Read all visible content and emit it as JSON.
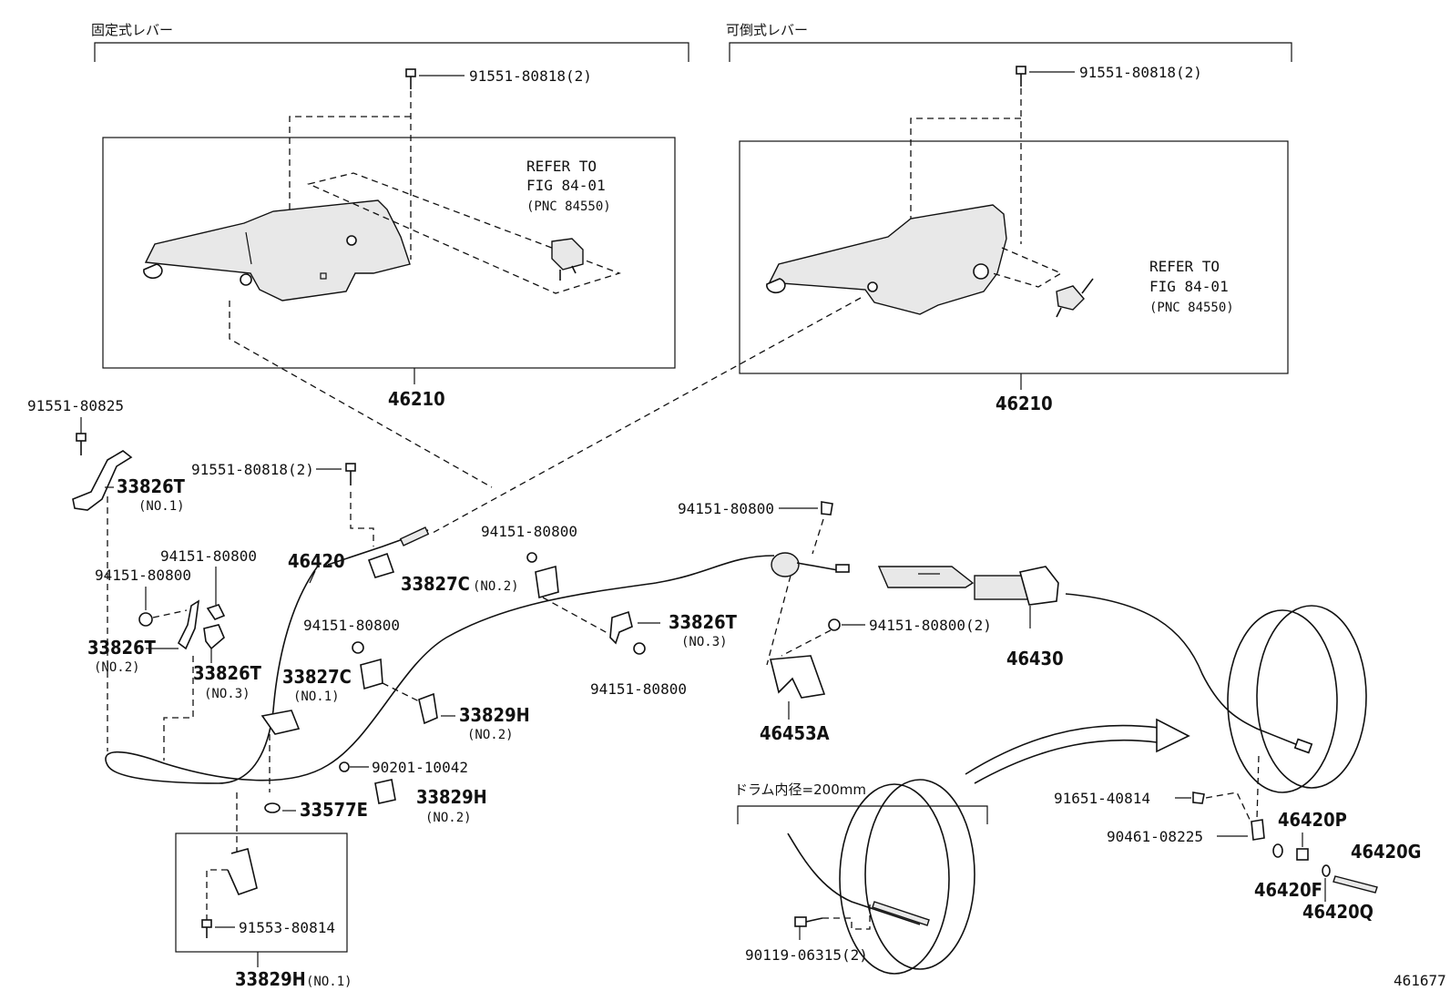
{
  "sections": {
    "fixed_lever": "固定式レバー",
    "folding_lever": "可倒式レバー",
    "drum_size": "ドラム内径=200mm"
  },
  "refer_note_left": {
    "line1": "REFER TO",
    "line2": "FIG 84-01",
    "line3": "(PNC 84550)"
  },
  "refer_note_right": {
    "line1": "REFER TO",
    "line2": "FIG 84-01",
    "line3": "(PNC 84550)"
  },
  "labels": {
    "bolt_top_left": "91551-80818(2)",
    "bolt_top_right": "91551-80818(2)",
    "lever_left": "46210",
    "lever_right": "46210",
    "bolt_far_left": "91551-80825",
    "clamp_no1": "33826T",
    "clamp_no1_sub": "(NO.1)",
    "bolt_mid": "91551-80818(2)",
    "cable_front": "46420",
    "clip_no2": "33827C",
    "clip_no2_sub": "(NO.2)",
    "nut_a": "94151-80800",
    "nut_b": "94151-80800",
    "nut_c": "94151-80800",
    "nut_d": "94151-80800",
    "nut_e": "94151-80800",
    "nut_f": "94151-80800",
    "nut_g": "94151-80800(2)",
    "clamp_no2": "33826T",
    "clamp_no2_sub": "(NO.2)",
    "clamp_no3a": "33826T",
    "clamp_no3a_sub": "(NO.3)",
    "clamp_no3b": "33826T",
    "clamp_no3b_sub": "(NO.3)",
    "clip_no1": "33827C",
    "clip_no1_sub": "(NO.1)",
    "holder_no2a": "33829H",
    "holder_no2a_sub": "(NO.2)",
    "holder_no2b": "33829H",
    "holder_no2b_sub": "(NO.2)",
    "washer": "90201-10042",
    "grommet": "33577E",
    "bolt_holder": "91553-80814",
    "holder_no1": "33829H",
    "holder_no1_sub": "(NO.1)",
    "bracket": "46453A",
    "cable_rear": "46430",
    "bolt_rear": "91651-40814",
    "pin": "90461-08225",
    "part_p": "46420P",
    "part_f": "46420F",
    "part_q": "46420Q",
    "part_g": "46420G",
    "bolt_drum": "90119-06315(2)",
    "figure_number": "461677"
  }
}
